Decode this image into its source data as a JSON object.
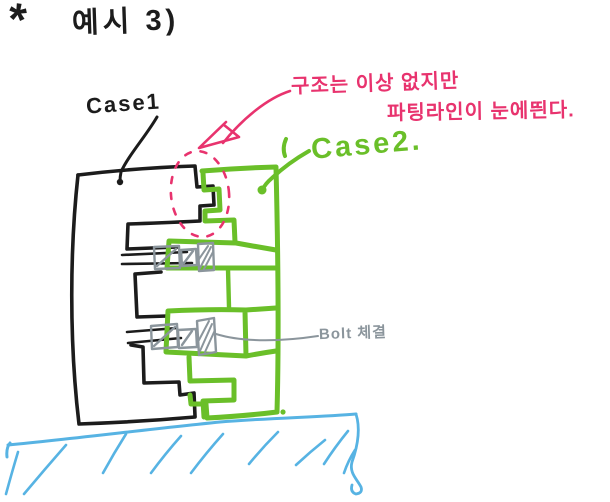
{
  "title": {
    "marker": "*",
    "text": "예시 3)"
  },
  "labels": {
    "case1": "Case1",
    "case2": "Case2.",
    "bolt": "Bolt 체결",
    "note_line1": "구조는 이상 없지만",
    "note_line2": "파팅라인이 눈에띈다."
  },
  "colors": {
    "background": "#ffffff",
    "ink": "#1c1c1c",
    "case2_green": "#6abf29",
    "annotation_pink": "#e8336e",
    "bolt_gray": "#8b959c",
    "ground_blue": "#57b3e3"
  }
}
